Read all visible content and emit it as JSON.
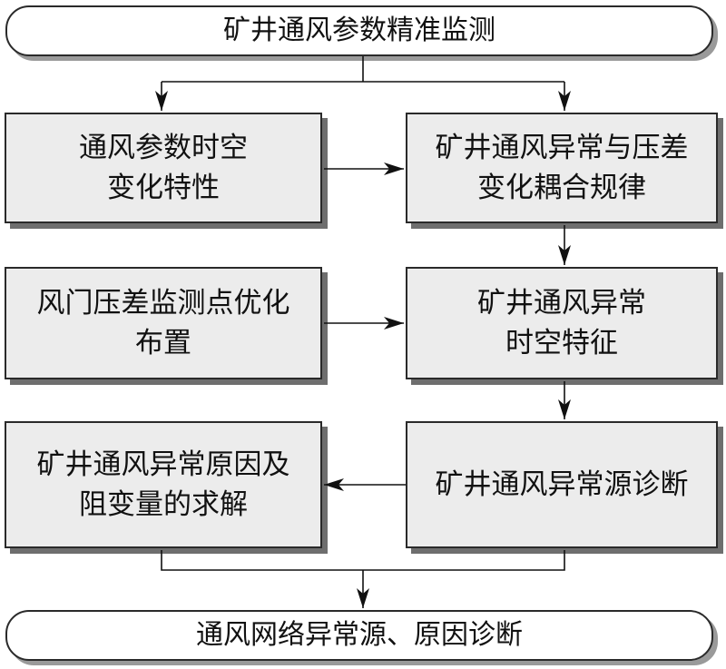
{
  "diagram": {
    "top": "矿井通风参数精准监测",
    "left": [
      "通风参数时空\n变化特性",
      "风门压差监测点优化\n布置",
      "矿井通风异常原因及\n阻变量的求解"
    ],
    "right": [
      "矿井通风异常与压差\n变化耦合规律",
      "矿井通风异常\n时空特征",
      "矿井通风异常源诊断"
    ],
    "bottom": "通风网络异常源、原因诊断"
  }
}
